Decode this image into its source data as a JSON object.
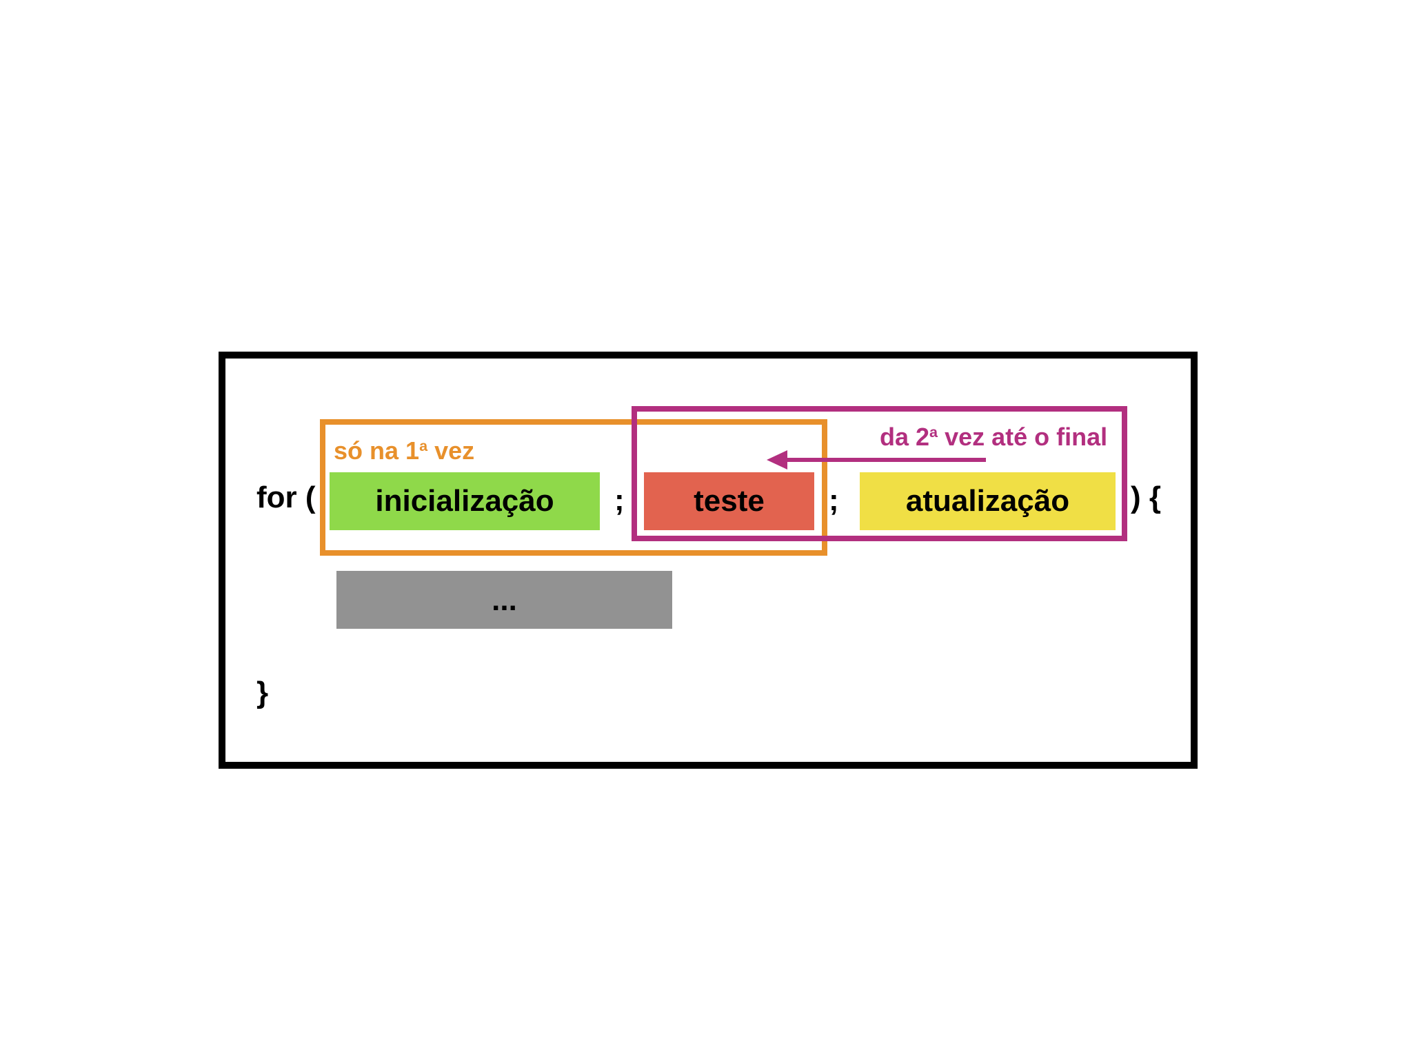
{
  "code": {
    "for_open": "for (",
    "semicolon_1": ";",
    "semicolon_2": ";",
    "close_open_brace": ") {",
    "closing_brace": "}"
  },
  "blocks": {
    "initialization": "inicialização",
    "test": "teste",
    "update": "atualização",
    "body": "..."
  },
  "regions": {
    "first_time": {
      "label_prefix": "só na 1",
      "label_sup": "a",
      "label_suffix": " vez"
    },
    "second_time_on": {
      "label_prefix": "da 2",
      "label_sup": "a",
      "label_suffix": " vez até o final"
    }
  },
  "colors": {
    "initialization": "#8fd94a",
    "test": "#e2634f",
    "update": "#f0df45",
    "body": "#929292",
    "first_time_region": "#e8902b",
    "second_time_region": "#b22f7f",
    "frame": "#000000"
  },
  "arrow": {
    "direction": "left",
    "from": "atualização",
    "to": "teste"
  }
}
